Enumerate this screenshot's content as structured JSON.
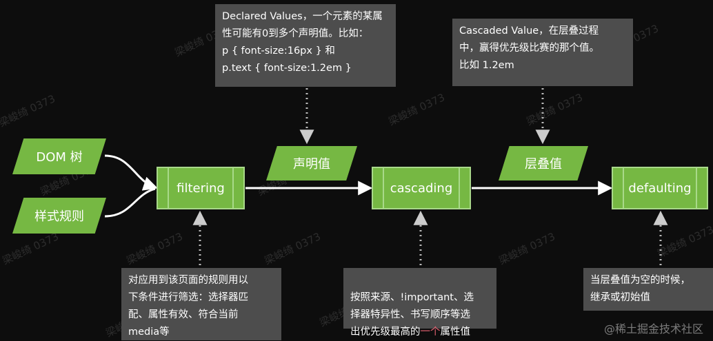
{
  "inputs": {
    "dom": "DOM 树",
    "rules": "样式规则"
  },
  "processes": {
    "filtering": "filtering",
    "cascading": "cascading",
    "defaulting": "defaulting"
  },
  "values": {
    "declared": "声明值",
    "cascaded": "层叠值"
  },
  "notes": {
    "declared": "Declared Values，一个元素的某属\n性可能有0到多个声明值。比如：\np { font-size:16px } 和\np.text { font-size:1.2em }",
    "cascaded": "Cascaded Value，在层叠过程\n中，赢得优先级比赛的那个值。\n比如 1.2em",
    "filtering": "对应用到该页面的规则用以\n下条件进行筛选：选择器匹\n配、属性有效、符合当前\nmedia等",
    "cascading_pre": "按照来源、!important、选\n择器特异性、书写顺序等选\n出优先级最高的",
    "cascading_hl": "一个",
    "cascading_post": "属性值",
    "defaulting": "当层叠值为空的时候，\n继承或初始值"
  },
  "watermark": "梁峻绮 0373",
  "credit": "@稀土掘金技术社区",
  "colors": {
    "green": "#76b843",
    "note_bg": "#4d4d4d",
    "background": "#0d0d0d"
  }
}
